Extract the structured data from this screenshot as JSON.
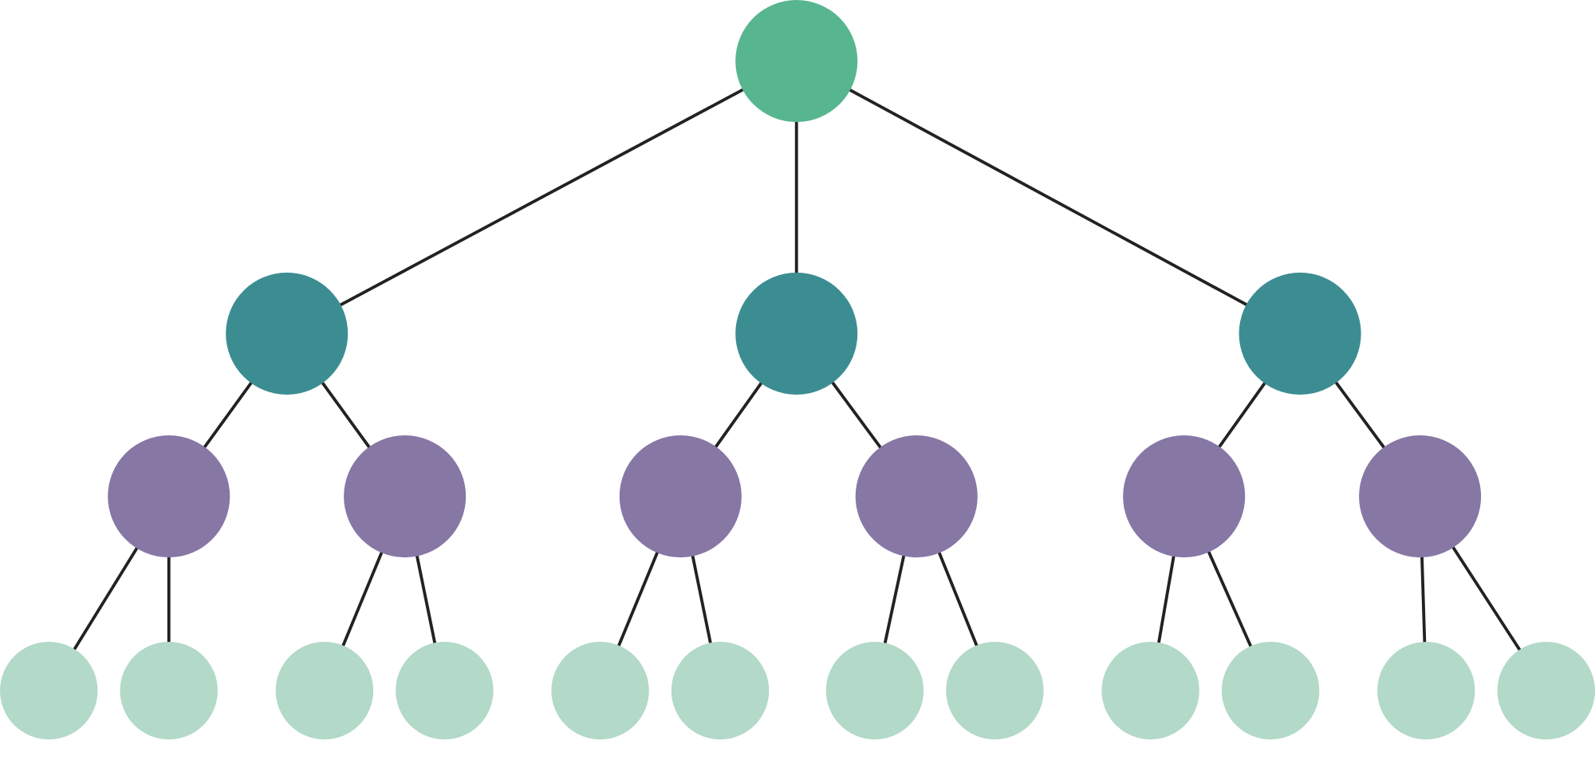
{
  "diagram": {
    "type": "tree",
    "edge_color": "#222222",
    "levels": [
      {
        "depth": 0,
        "color": "#57b68f",
        "count": 1
      },
      {
        "depth": 1,
        "color": "#3c8d92",
        "count": 3
      },
      {
        "depth": 2,
        "color": "#8777a5",
        "count": 6
      },
      {
        "depth": 3,
        "color": "#b3d9c8",
        "count": 12
      }
    ],
    "tree": {
      "children": [
        {
          "children": [
            {
              "children": [
                {},
                {}
              ]
            },
            {
              "children": [
                {},
                {}
              ]
            }
          ]
        },
        {
          "children": [
            {
              "children": [
                {},
                {}
              ]
            },
            {
              "children": [
                {},
                {}
              ]
            }
          ]
        },
        {
          "children": [
            {
              "children": [
                {},
                {}
              ]
            },
            {
              "children": [
                {},
                {}
              ]
            }
          ]
        }
      ]
    }
  }
}
